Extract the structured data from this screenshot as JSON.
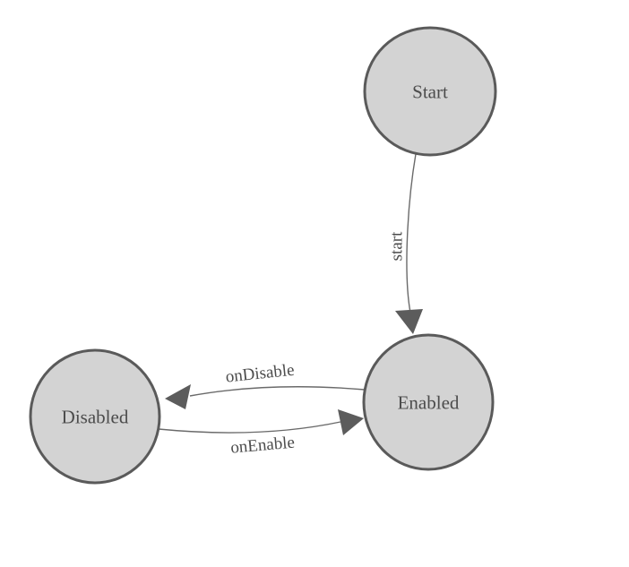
{
  "diagram": {
    "colors": {
      "background": "#ffffff",
      "node_fill": "#d3d3d3",
      "node_stroke": "#5a5a5a",
      "edge_stroke": "#6a6a6a",
      "arrow_fill": "#5c5c5c",
      "label_color": "#4c4c4c"
    },
    "nodes": {
      "start": {
        "label": "Start"
      },
      "enabled": {
        "label": "Enabled"
      },
      "disabled": {
        "label": "Disabled"
      }
    },
    "edges": {
      "start": {
        "label": "start"
      },
      "onDisable": {
        "label": "onDisable"
      },
      "onEnable": {
        "label": "onEnable"
      }
    }
  }
}
